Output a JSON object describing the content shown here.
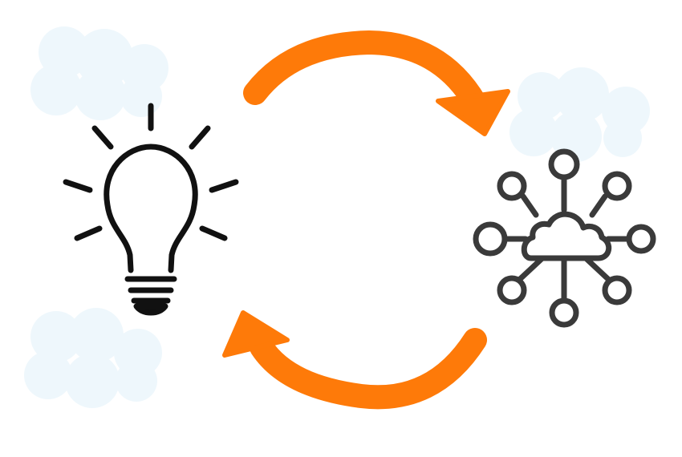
{
  "diagram": {
    "nodes": [
      {
        "id": "idea",
        "icon": "lightbulb-icon"
      },
      {
        "id": "network",
        "icon": "cloud-network-icon"
      }
    ],
    "edges": [
      {
        "from": "idea",
        "to": "network",
        "icon": "curved-arrow-icon"
      },
      {
        "from": "network",
        "to": "idea",
        "icon": "curved-arrow-icon"
      }
    ],
    "decorations": [
      "cloud-icon",
      "cloud-icon",
      "cloud-icon"
    ]
  },
  "colors": {
    "arrow": "#fe7a09",
    "cloud": "#eef7fc",
    "bulb": "#111111",
    "network": "#3a3a3a",
    "background": "#ffffff"
  }
}
